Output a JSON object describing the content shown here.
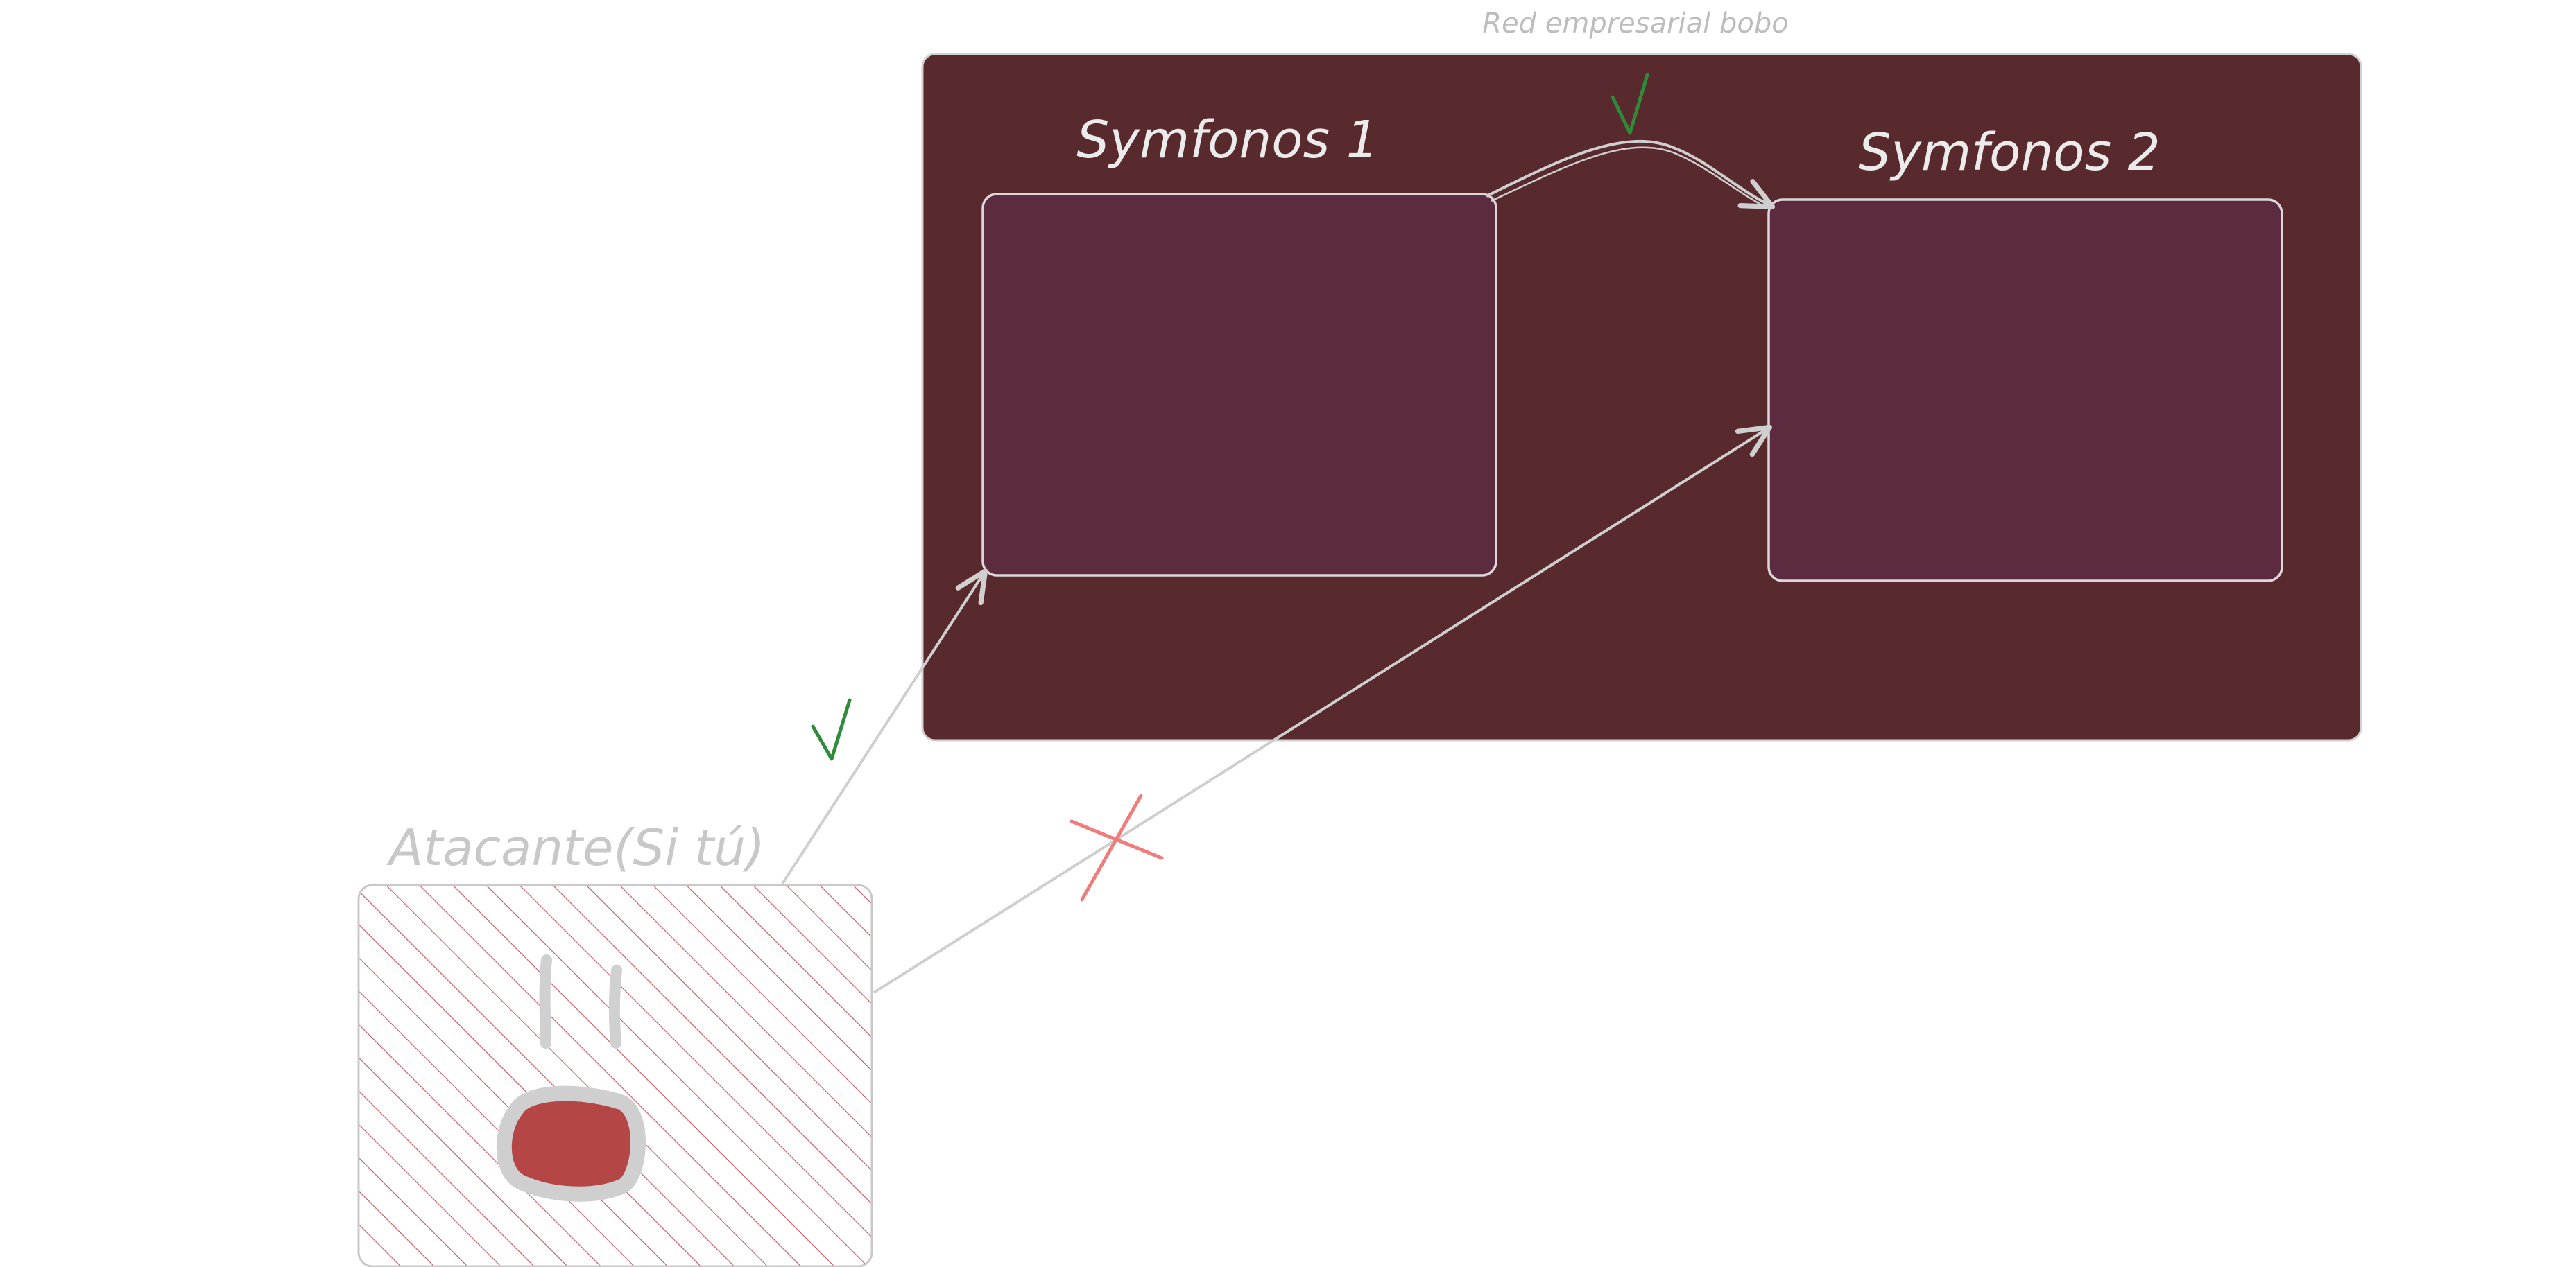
{
  "network": {
    "label": "Red empresarial bobo",
    "fill": "#58292d",
    "border": "#cfcfcf"
  },
  "machines": [
    {
      "id": "symfonos1",
      "label": "Symfonos 1",
      "fill": "#5c2b40",
      "border": "#d8d4d6"
    },
    {
      "id": "symfonos2",
      "label": "Symfonos 2",
      "fill": "#5c2b40",
      "border": "#d8d4d6"
    }
  ],
  "attacker": {
    "label": "Atacante(Si tú)",
    "hatch_color": "#cc5963",
    "border": "#c9c9c9",
    "face_color": "#b44646",
    "outline_color": "#cfcfcf"
  },
  "connections": [
    {
      "from": "attacker",
      "to": "symfonos1",
      "status": "allowed",
      "mark": "✓"
    },
    {
      "from": "symfonos1",
      "to": "symfonos2",
      "status": "allowed",
      "mark": "✓"
    },
    {
      "from": "attacker",
      "to": "symfonos2",
      "status": "blocked",
      "mark": "✗"
    }
  ],
  "colors": {
    "arrow": "#cfcfcf",
    "check": "#2f8a3a",
    "cross": "#f07c7c"
  }
}
